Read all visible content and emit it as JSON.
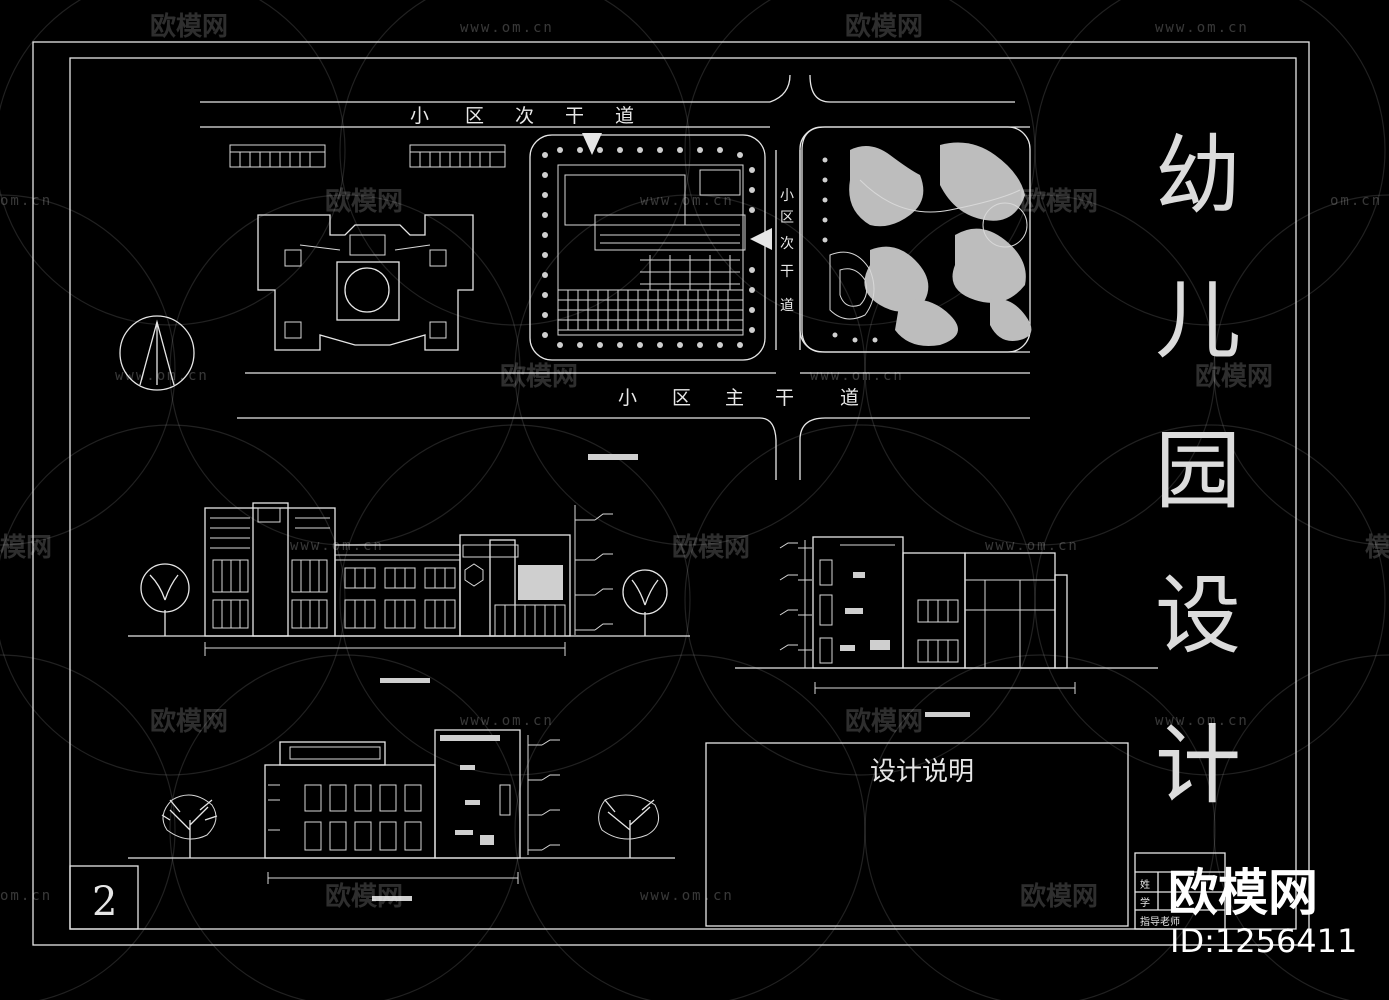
{
  "drawing": {
    "title_chars": [
      "幼",
      "儿",
      "园",
      "设",
      "计"
    ],
    "sheet_number": "2",
    "design_notes_heading": "设计说明",
    "title_block_rows": [
      "姓",
      "学",
      "指导老师"
    ]
  },
  "site_plan": {
    "road_secondary_top": [
      "小",
      "区",
      "次",
      "干",
      "道"
    ],
    "road_secondary_side": [
      "小",
      "区",
      "次",
      "干",
      "道"
    ],
    "road_main": [
      "小",
      "区",
      "主",
      "干",
      "道"
    ]
  },
  "watermark": {
    "brand_text": "欧模网",
    "url": "www.om.cn",
    "url_fragment": "om.cn",
    "brand_fragment": "模网"
  },
  "brand_overlay": {
    "name": "欧模网",
    "id_text": "ID:1256411"
  },
  "colors": {
    "background": "#000000",
    "linework": "#e6e6e6"
  }
}
